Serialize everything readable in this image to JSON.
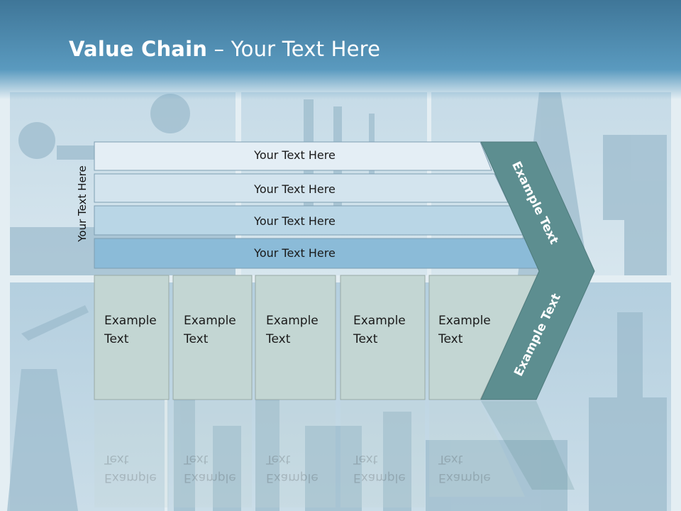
{
  "slide": {
    "title_bold": "Value Chain",
    "title_rest": " – Your Text Here",
    "row_label": "Your Text Here",
    "bars": [
      {
        "label": "Your Text Here"
      },
      {
        "label": "Your Text Here"
      },
      {
        "label": "Your Text Here"
      },
      {
        "label": "Your Text Here"
      }
    ],
    "boxes": [
      {
        "line1": "Example",
        "line2": "Text"
      },
      {
        "line1": "Example",
        "line2": "Text"
      },
      {
        "line1": "Example",
        "line2": "Text"
      },
      {
        "line1": "Example",
        "line2": "Text"
      },
      {
        "line1": "Example",
        "line2": "Text"
      }
    ],
    "chevron_upper": "Example Text",
    "chevron_lower": "Example Text"
  },
  "colors": {
    "header": "#4f8db2",
    "bar_1": "#e4eef5",
    "bar_2": "#d3e4ee",
    "bar_3": "#b9d6e6",
    "bar_4": "#8bbbd8",
    "box_fill": "#c3d6d3",
    "chevron": "#5d8e90"
  }
}
